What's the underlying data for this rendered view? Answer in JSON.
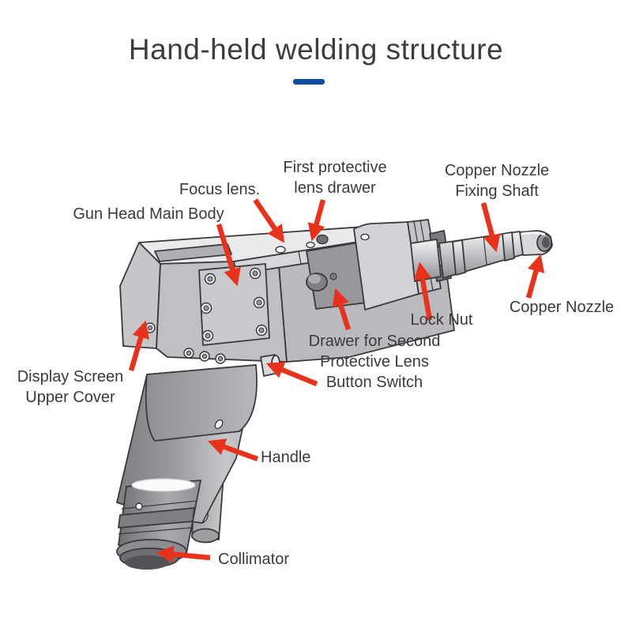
{
  "title": {
    "text": "Hand-held welding structure"
  },
  "divider_color": "#0d4c9e",
  "arrow_color": "#e8321c",
  "illustration": {
    "name": "handheld-laser-welding-gun",
    "style": "3D CAD rendering in light gray with dark outlines and red callout arrows"
  },
  "labels": [
    {
      "id": "focus-lens",
      "text": "Focus lens."
    },
    {
      "id": "first-protective-lens-drawer",
      "text": "First protective\nlens drawer"
    },
    {
      "id": "copper-nozzle-fixing-shaft",
      "text": "Copper Nozzle\nFixing Shaft"
    },
    {
      "id": "gun-head-main-body",
      "text": "Gun Head Main Body"
    },
    {
      "id": "lock-nut",
      "text": "Lock Nut"
    },
    {
      "id": "copper-nozzle",
      "text": "Copper Nozzle"
    },
    {
      "id": "display-screen-upper-cover",
      "text": "Display Screen\nUpper Cover"
    },
    {
      "id": "drawer-for-second-protective-lens",
      "text": "Drawer for Second\nProtective Lens"
    },
    {
      "id": "button-switch",
      "text": "Button Switch"
    },
    {
      "id": "handle",
      "text": "Handle"
    },
    {
      "id": "collimator",
      "text": "Collimator"
    }
  ]
}
